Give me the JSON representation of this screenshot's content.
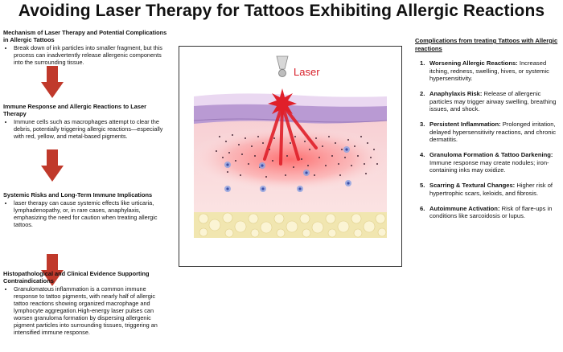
{
  "title": "Avoiding Laser Therapy for Tattoos Exhibiting Allergic Reactions",
  "left_sections": [
    {
      "heading": "Mechanism of Laser Therapy and Potential Complications in Allergic Tattoos",
      "bullet": "Break down of ink particles into smaller fragment, but this process can inadvertently release allergenic components into the surrounding tissue."
    },
    {
      "heading": "Immune Response and Allergic Reactions to Laser Therapy",
      "bullet": "Immune cells such as macrophages attempt to clear the debris, potentially triggering allergic reactions—especially with red, yellow, and metal-based pigments."
    },
    {
      "heading": "Systemic Risks and Long-Term Immune Implications",
      "bullet": "laser therapy can cause systemic effects like urticaria, lymphadenopathy, or, in rare cases, anaphylaxis, emphasizing the need for caution when treating allergic tattoos."
    },
    {
      "heading": "Histopathological and Clinical Evidence Supporting Contraindications",
      "bullet": "Granulomatous inflammation is a common immune response to tattoo pigments, with nearly half of allergic tattoo reactions showing organized macrophage and lymphocyte aggregation.High-energy laser pulses can worsen granuloma formation by dispersing allergenic pigment particles into surrounding tissues, triggering an intensified immune response."
    }
  ],
  "figure": {
    "laser_label": "Laser"
  },
  "complications": {
    "title": "Complications from treating Tattoos with Allergic reactions",
    "items": [
      {
        "num": "1.",
        "bold": "Worsening Allergic Reactions:",
        "text": " Increased itching, redness, swelling, hives, or systemic hypersensitivity."
      },
      {
        "num": "2.",
        "bold": "Anaphylaxis Risk:",
        "text": " Release of allergenic particles may trigger airway swelling, breathing issues, and shock."
      },
      {
        "num": "3.",
        "bold": "Persistent Inflammation:",
        "text": " Prolonged irritation, delayed hypersensitivity reactions, and chronic dermatitis."
      },
      {
        "num": "4.",
        "bold": "Granuloma Formation & Tattoo Darkening:",
        "text": " Immune response may create nodules; iron-containing inks may oxidize."
      },
      {
        "num": "5.",
        "bold": "Scarring & Textural Changes:",
        "text": " Higher risk of hypertrophic scars, keloids, and fibrosis."
      },
      {
        "num": "6.",
        "bold": "Autoimmune Activation:",
        "text": " Risk of flare-ups in conditions like sarcoidosis or lupus."
      }
    ]
  },
  "colors": {
    "arrow": "#c0392b",
    "laser_red": "#e0202a",
    "epidermis": "#b99ad3",
    "fat": "#f1e6b0"
  }
}
